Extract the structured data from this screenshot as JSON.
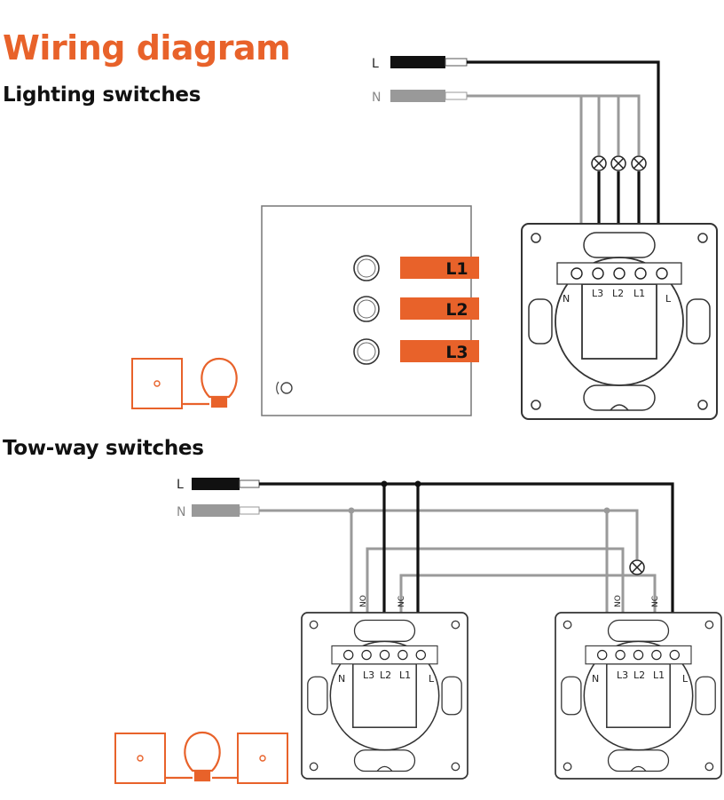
{
  "title": "Wiring diagram",
  "section1": {
    "heading": "Lighting switches",
    "wire_labels": {
      "live": "L",
      "neutral": "N"
    },
    "button_labels": [
      "L1",
      "L2",
      "L3"
    ],
    "terminal_labels": {
      "n": "N",
      "l3": "L3",
      "l2": "L2",
      "l1": "L1",
      "l": "L"
    }
  },
  "section2": {
    "heading": "Tow-way switches",
    "wire_labels": {
      "live": "L",
      "neutral": "N"
    },
    "switch_contacts": {
      "no": "NO",
      "nc": "NC"
    },
    "terminal_labels": {
      "n": "N",
      "l3": "L3",
      "l2": "L2",
      "l1": "L1",
      "l": "L"
    }
  },
  "colors": {
    "accent": "#e8622a",
    "live_wire": "#111111",
    "neutral_wire": "#9a9a9a",
    "outline": "#333333"
  },
  "icons": [
    "bulb-icon",
    "lamp-cross-icon",
    "touch-icon",
    "wall-switch-icon"
  ]
}
